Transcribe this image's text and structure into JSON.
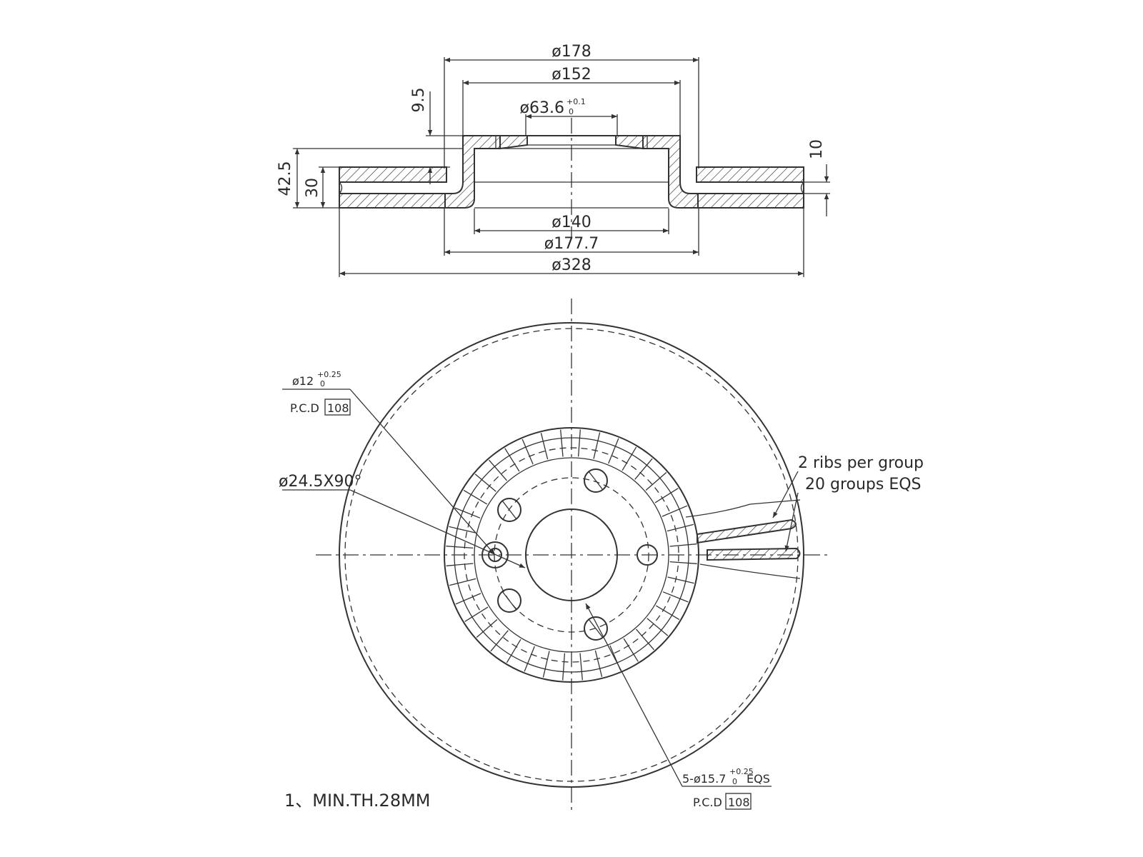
{
  "section_view": {
    "dim_d178": "ø178",
    "dim_d152": "ø152",
    "dim_d63_6": "ø63.6",
    "dim_d63_6_tol_upper": "+0.1",
    "dim_d63_6_tol_lower": "0",
    "dim_9_5": "9.5",
    "dim_42_5": "42.5",
    "dim_30": "30",
    "dim_10": "10",
    "dim_d140": "ø140",
    "dim_d177_7": "ø177.7",
    "dim_d328": "ø328"
  },
  "plan_view": {
    "callout_bolt_hole_dia": "ø12",
    "callout_bolt_hole_tol_upper": "+0.25",
    "callout_bolt_hole_tol_lower": "0",
    "callout_bolt_hole_pcd_label": "P.C.D",
    "callout_bolt_hole_pcd_value": "108",
    "callout_chamfer": "ø24.5X90°",
    "callout_ribs_line1": "2 ribs per group",
    "callout_ribs_line2": "20 groups EQS",
    "callout_stud_holes": "5-ø15.7",
    "callout_stud_holes_tol_upper": "+0.25",
    "callout_stud_holes_tol_lower": "0",
    "callout_stud_holes_suffix": "EQS",
    "callout_stud_holes_pcd_label": "P.C.D",
    "callout_stud_holes_pcd_value": "108"
  },
  "notes": {
    "note_1": "1、MIN.TH.28MM"
  }
}
